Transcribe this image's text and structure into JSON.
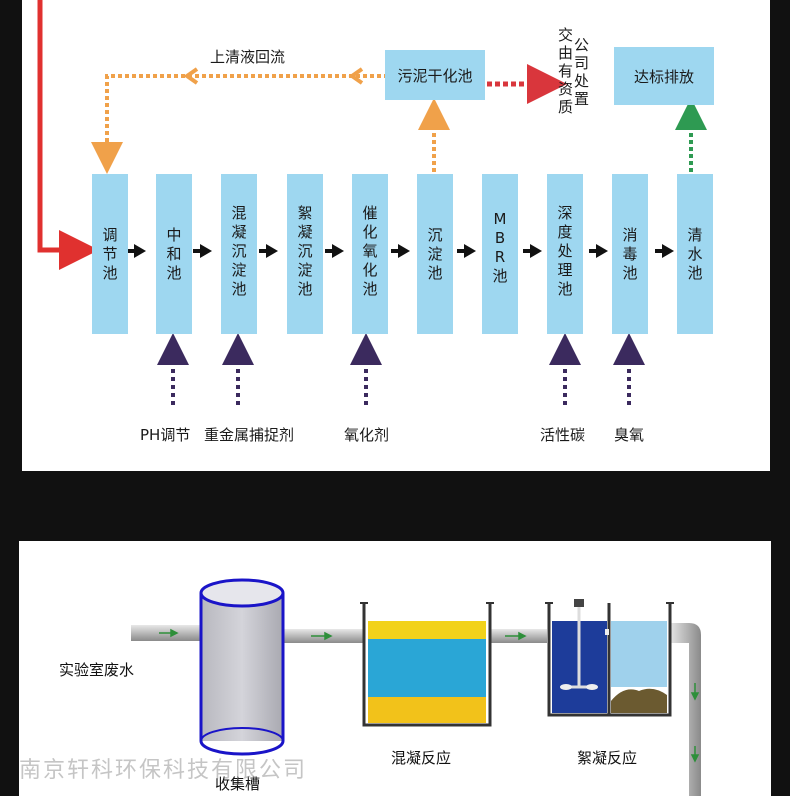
{
  "process": {
    "units": [
      {
        "id": "u1",
        "label": "调\n节\n池"
      },
      {
        "id": "u2",
        "label": "中\n和\n池"
      },
      {
        "id": "u3",
        "label": "混\n凝\n沉\n淀\n池"
      },
      {
        "id": "u4",
        "label": "絮\n凝\n沉\n淀\n池"
      },
      {
        "id": "u5",
        "label": "催\n化\n氧\n化\n池"
      },
      {
        "id": "u6",
        "label": "沉\n淀\n池"
      },
      {
        "id": "u7",
        "label": "M\nB\nR\n池"
      },
      {
        "id": "u8",
        "label": "深\n度\n处\n理\n池"
      },
      {
        "id": "u9",
        "label": "消\n毒\n池"
      },
      {
        "id": "u10",
        "label": "清\n水\n池"
      }
    ],
    "supernatant_return": "上清液回流",
    "sludge_box": "污泥干化池",
    "discharge_box": "达标排放",
    "disposal_note": "交由有资质公司处置",
    "disposal_col1": "交\n由\n有\n资\n质",
    "disposal_col2": "公\n司\n处\n置",
    "reagents": {
      "ph": "PH调节",
      "metal": "重金属捕捉剂",
      "oxidant": "氧化剂",
      "carbon": "活性碳",
      "ozone": "臭氧"
    },
    "colors": {
      "box": "#9ed7f0",
      "inflow": "#e0312f",
      "return": "#f0a14a",
      "sludge_out": "#d9363c",
      "discharge": "#2e9a52",
      "reagent": "#3b2a5e"
    }
  },
  "equipment": {
    "influent": "实验室废水",
    "collection_tank": "收集槽",
    "coag": "混凝反应",
    "floc": "絮凝反应"
  },
  "watermark": "南京轩科环保科技有限公司"
}
